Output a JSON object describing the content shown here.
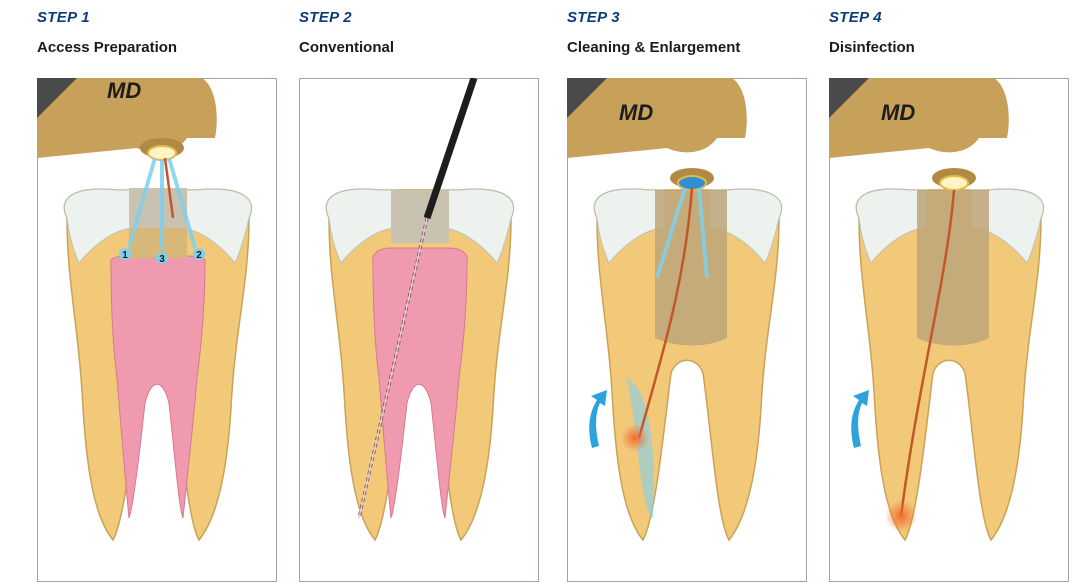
{
  "steps": [
    {
      "number": "STEP 1",
      "title": "Access Preparation",
      "handpiece_label": "MD",
      "markers": [
        "1",
        "3",
        "2"
      ]
    },
    {
      "number": "STEP 2",
      "title": "Conventional"
    },
    {
      "number": "STEP 3",
      "title": "Cleaning & Enlargement",
      "handpiece_label": "MD"
    },
    {
      "number": "STEP 4",
      "title": "Disinfection",
      "handpiece_label": "MD"
    }
  ],
  "colors": {
    "step_number": "#0d3a78",
    "dentin": "#f2c978",
    "enamel": "#eef2ee",
    "pulp": "#ef9aae",
    "handpiece": "#c7a05a",
    "laser_beam": "#7fd0ee",
    "arrow": "#2ca3dc"
  }
}
